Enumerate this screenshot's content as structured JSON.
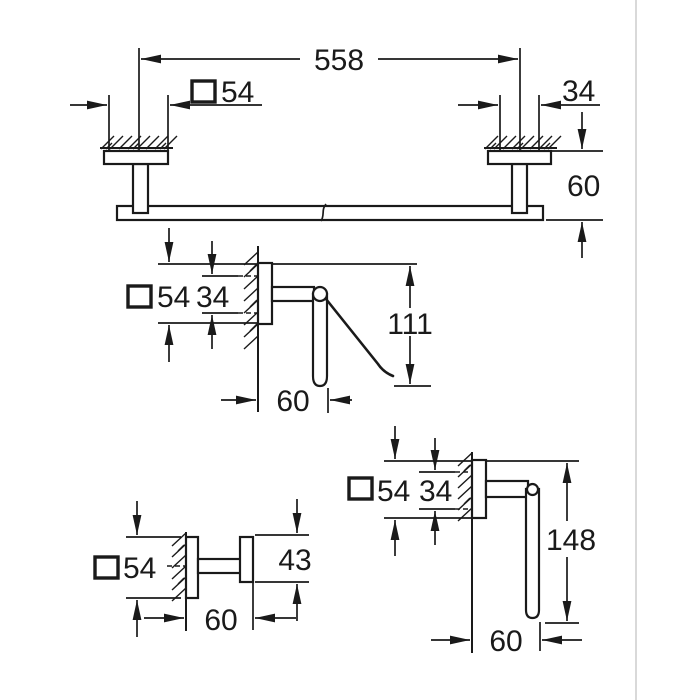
{
  "canvas": {
    "background": "#ffffff",
    "line_color": "#1a1a1a"
  },
  "drawings": {
    "towel_bar": {
      "length": "558",
      "square": "54",
      "post_width": "34",
      "depth": "60"
    },
    "paper_holder": {
      "square": "54",
      "inner_width": "34",
      "height": "111",
      "depth": "60"
    },
    "hook": {
      "square": "54",
      "knob_height": "43",
      "depth": "60"
    },
    "spare_holder": {
      "square": "54",
      "inner_width": "34",
      "height": "148",
      "depth": "60"
    }
  }
}
